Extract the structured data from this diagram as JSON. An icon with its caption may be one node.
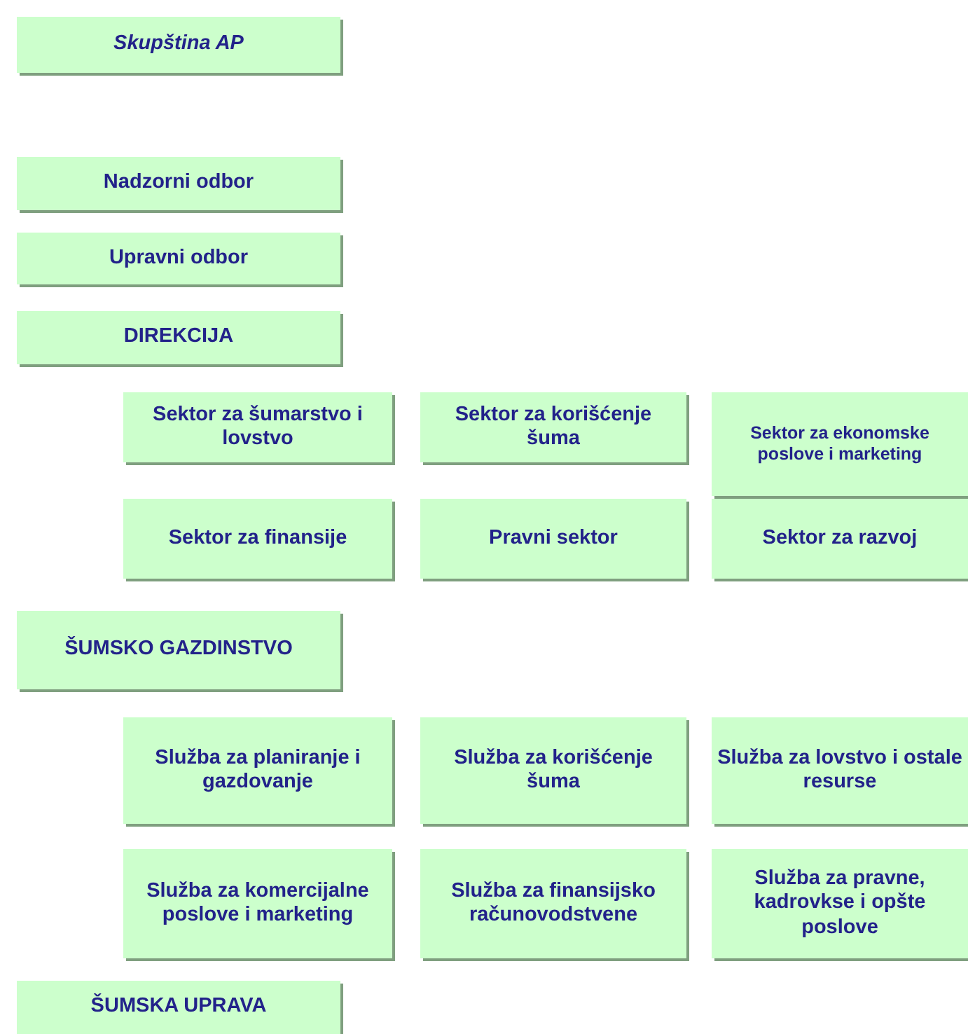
{
  "diagram": {
    "nodes": [
      {
        "text": [
          "Skupština AP"
        ]
      },
      {
        "text": [
          "Nadzorni odbor"
        ]
      },
      {
        "text": [
          "Upravni odbor"
        ]
      },
      {
        "text": [
          "DIREKCIJA"
        ]
      },
      {
        "text": [
          "Sektor za šumarstvo i lovstvo"
        ]
      },
      {
        "text": [
          "Sektor za korišćenje šuma"
        ]
      },
      {
        "text": [
          "Sektor za ekonomske poslove i marketing"
        ]
      },
      {
        "text": [
          "Sektor za finansije"
        ]
      },
      {
        "text": [
          "Pravni sektor"
        ]
      },
      {
        "text": [
          "Sektor za razvoj"
        ]
      },
      {
        "text": [
          "ŠUMSKO GAZDINSTVO"
        ]
      },
      {
        "text": [
          "Služba za planiranje i gazdovanje"
        ]
      },
      {
        "text": [
          "Služba za korišćenje šuma"
        ]
      },
      {
        "text": [
          "Služba za lovstvo i ostale resurse"
        ]
      },
      {
        "text": [
          "Služba za komercijalne poslove i marketing"
        ]
      },
      {
        "text": [
          "Služba za finansijsko računovodstvene"
        ]
      },
      {
        "text": [
          "Služba za pravne, kadrovkse i opšte poslove"
        ]
      },
      {
        "text": [
          "ŠUMSKA UPRAVA"
        ]
      }
    ]
  }
}
